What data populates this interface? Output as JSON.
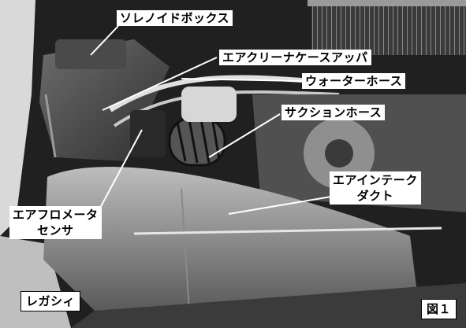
{
  "figure": {
    "car_model": "レガシィ",
    "figure_number": "図１",
    "callouts": {
      "solenoid_box": "ソレノイドボックス",
      "air_cleaner_case_upper": "エアクリーナケースアッパ",
      "water_hose": "ウォーターホース",
      "suction_hose": "サクションホース",
      "air_intake_duct_line1": "エアインテーク",
      "air_intake_duct_line2": "ダクト",
      "air_flow_meter_line1": "エアフロメータ",
      "air_flow_meter_line2": "センサ"
    }
  },
  "colors": {
    "label_bg": "#ffffff",
    "label_text": "#000000",
    "leader_line": "#ffffff"
  }
}
